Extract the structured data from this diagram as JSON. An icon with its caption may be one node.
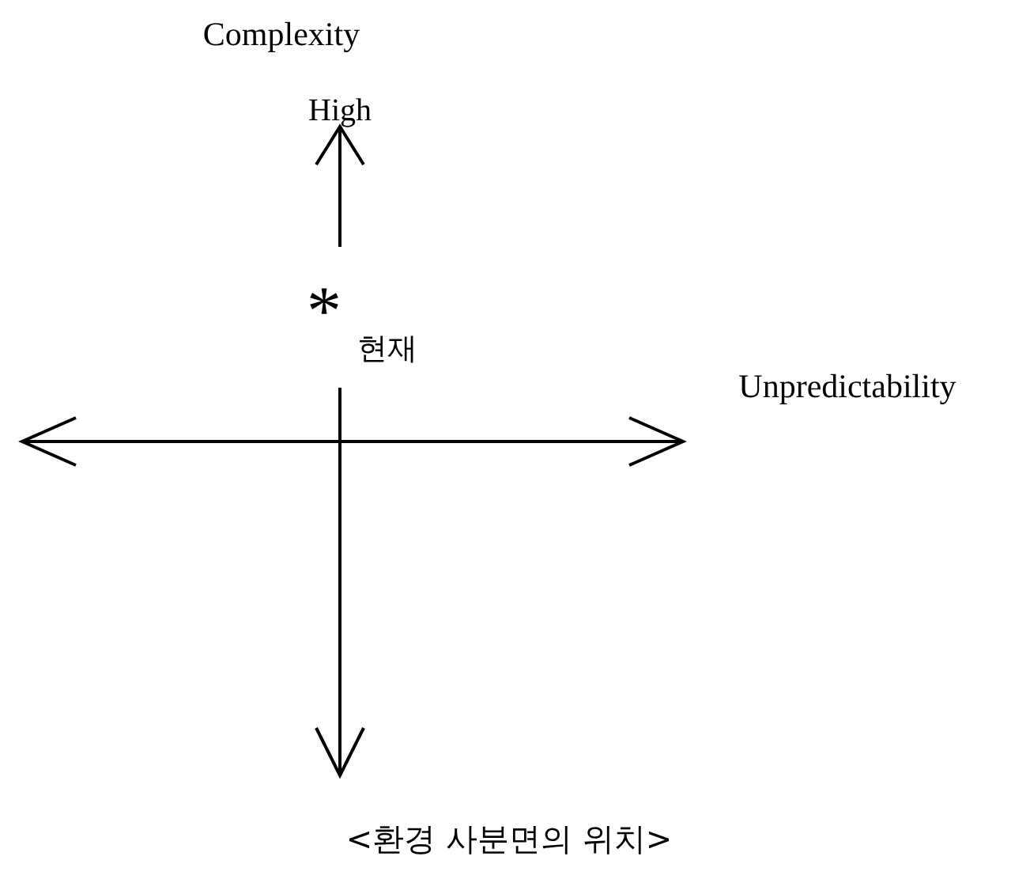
{
  "diagram": {
    "caption": "<환경 사분면의 위치>",
    "labels": [
      "Complexity",
      "High",
      "*",
      "현재",
      "Unpredictability"
    ]
  }
}
